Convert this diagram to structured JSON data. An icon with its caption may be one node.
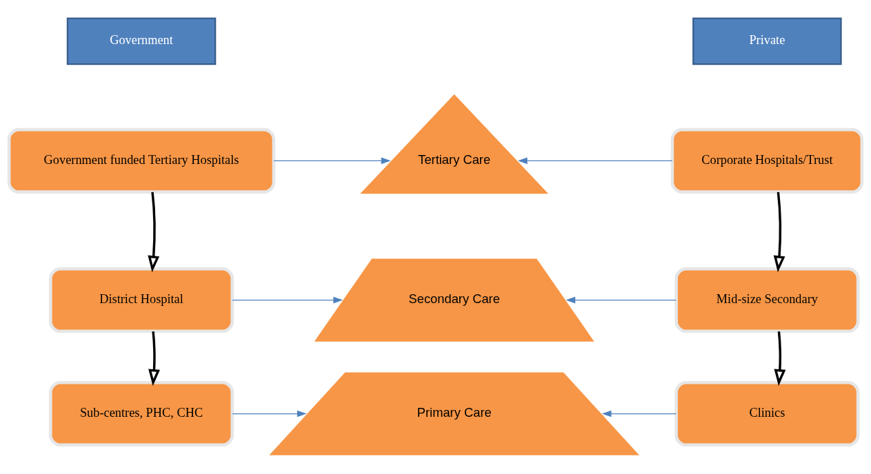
{
  "diagram": {
    "nodes": [
      {
        "text": [
          "Government"
        ]
      },
      {
        "text": [
          "Government funded Tertiary Hospitals"
        ]
      },
      {
        "text": [
          "District Hospital"
        ]
      },
      {
        "text": [
          "Sub-centres, PHC, CHC"
        ]
      },
      {
        "text": [
          "Tertiary Care"
        ]
      },
      {
        "text": [
          "Secondary Care"
        ]
      },
      {
        "text": [
          "Primary Care"
        ]
      },
      {
        "text": [
          "Private"
        ]
      },
      {
        "text": [
          "Corporate Hospitals/Trust"
        ]
      },
      {
        "text": [
          "Mid-size Secondary"
        ]
      },
      {
        "text": [
          "Clinics"
        ]
      }
    ],
    "edges": [
      {
        "from": 1,
        "to": 2,
        "arrow": "to",
        "style": "thick",
        "color": "#000000"
      },
      {
        "from": 2,
        "to": 3,
        "arrow": "to",
        "style": "thick",
        "color": "#000000"
      },
      {
        "from": 8,
        "to": 9,
        "arrow": "to",
        "style": "thick",
        "color": "#000000"
      },
      {
        "from": 9,
        "to": 10,
        "arrow": "to",
        "style": "thick",
        "color": "#000000"
      },
      {
        "from": 1,
        "to": 4,
        "arrow": "to"
      },
      {
        "from": 8,
        "to": 4,
        "arrow": "to"
      },
      {
        "from": 2,
        "to": 5,
        "arrow": "to"
      },
      {
        "from": 9,
        "to": 5,
        "arrow": "to"
      },
      {
        "from": 3,
        "to": 6,
        "arrow": "to"
      },
      {
        "from": 10,
        "to": 6,
        "arrow": "to"
      }
    ]
  }
}
